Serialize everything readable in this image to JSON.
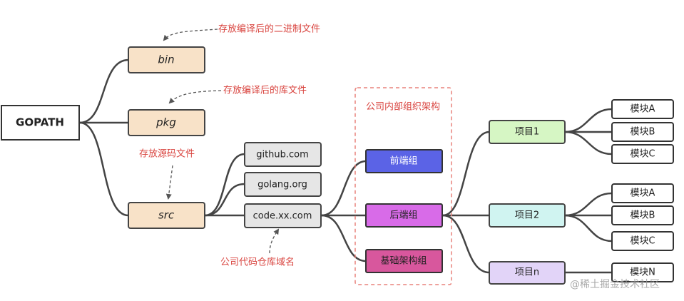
{
  "root": {
    "label": "GOPATH"
  },
  "dirs": {
    "bin": "bin",
    "pkg": "pkg",
    "src": "src"
  },
  "domains": [
    "github.com",
    "golang.org",
    "code.xx.com"
  ],
  "org": {
    "title": "公司内部组织架构",
    "groups": [
      "前端组",
      "后端组",
      "基础架构组"
    ]
  },
  "projects": [
    "项目1",
    "项目2",
    "项目n"
  ],
  "modules": {
    "p1": [
      "模块A",
      "模块B",
      "模块C"
    ],
    "p2": [
      "模块A",
      "模块B",
      "模块C"
    ],
    "pn": [
      "模块N"
    ]
  },
  "notes": {
    "bin": "存放编译后的二进制文件",
    "pkg": "存放编译后的库文件",
    "src": "存放源码文件",
    "domain": "公司代码仓库域名"
  },
  "watermark": "@稀土掘金技术社区",
  "colors": {
    "dir_fill": "#f8e2c8",
    "domain_fill": "#e6e6e6",
    "frontend_fill": "#5b63e6",
    "backend_fill": "#d86be8",
    "infra_fill": "#d8579d",
    "proj1_fill": "#d6f6c4",
    "proj2_fill": "#d0f4f1",
    "projn_fill": "#e2d4f8",
    "annotation_red": "#d9443f"
  }
}
